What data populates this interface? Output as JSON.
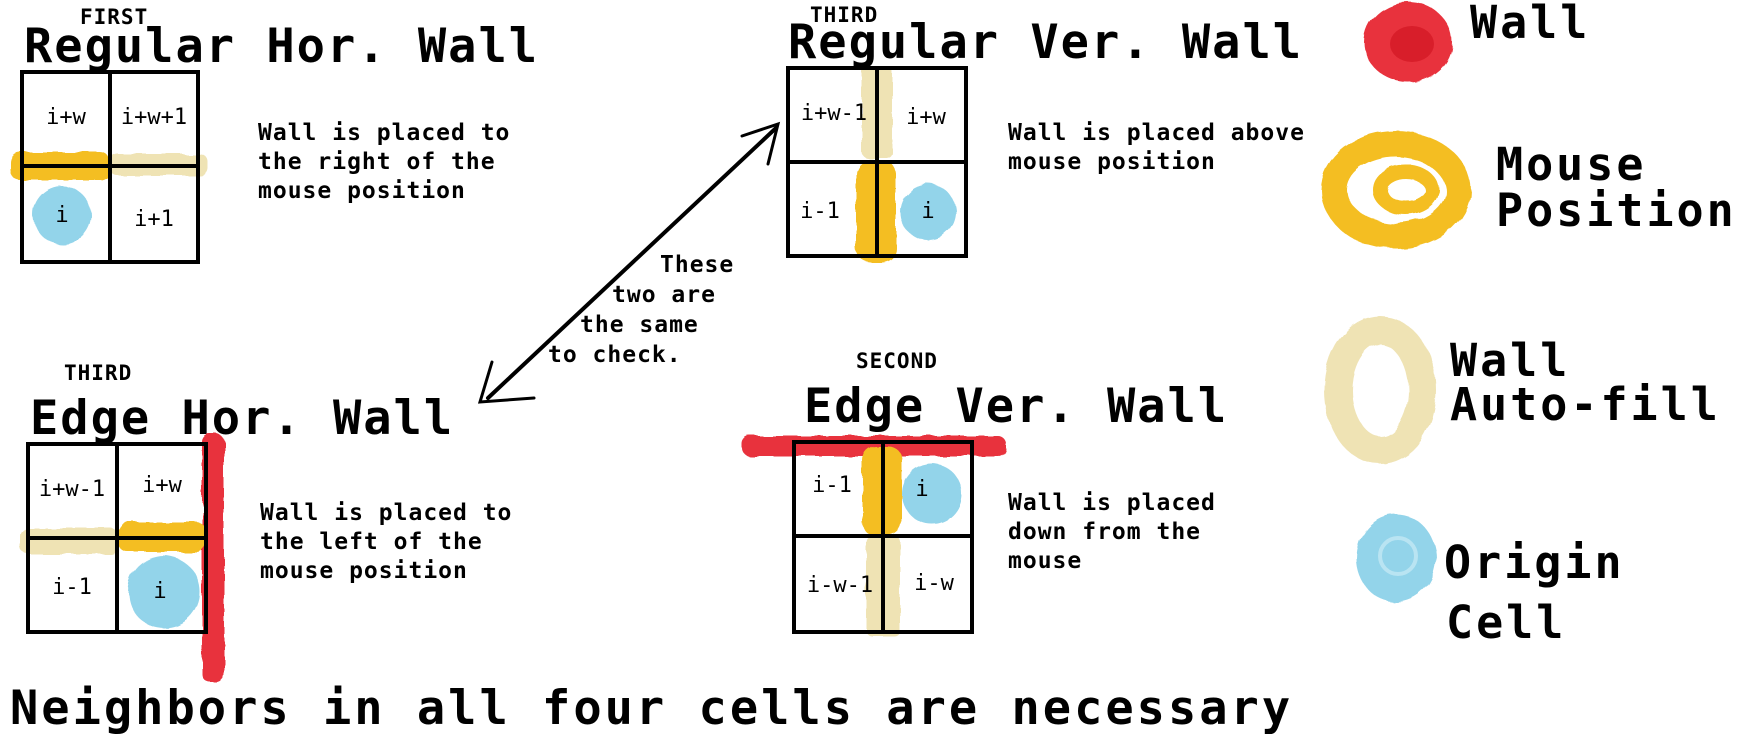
{
  "colors": {
    "wall": "#e8323c",
    "mouse_position": "#f4be22",
    "wall_auto_fill": "#efe3b4",
    "origin_cell": "#93d4ea",
    "ink": "#000000",
    "background": "#ffffff"
  },
  "panels": {
    "regular_hor": {
      "order": "FIRST",
      "title": "Regular Hor. Wall",
      "cells": [
        "i+w",
        "i+w+1",
        "i",
        "i+1"
      ],
      "description": [
        "Wall is placed to",
        "the right of the",
        "mouse position"
      ]
    },
    "regular_ver": {
      "order": "THIRD",
      "title": "Regular Ver. Wall",
      "cells": [
        "i+w-1",
        "i+w",
        "i-1",
        "i"
      ],
      "description": [
        "Wall is placed above",
        "mouse position"
      ]
    },
    "edge_hor": {
      "order": "THIRD",
      "title": "Edge Hor. Wall",
      "cells": [
        "i+w-1",
        "i+w",
        "i-1",
        "i"
      ],
      "description": [
        "Wall is placed to",
        "the left of the",
        "mouse position"
      ]
    },
    "edge_ver": {
      "order": "SECOND",
      "title": "Edge Ver. Wall",
      "cells": [
        "i-1",
        "i",
        "i-w-1",
        "i-w"
      ],
      "description": [
        "Wall is placed",
        "down from the",
        "mouse"
      ]
    }
  },
  "arrow_note": [
    "These",
    "two are",
    "the same",
    "to check."
  ],
  "legend": [
    {
      "key": "wall",
      "icon": "red-blob-icon",
      "lines": [
        "Wall"
      ]
    },
    {
      "key": "mouse_position",
      "icon": "yellow-blob-icon",
      "lines": [
        "Mouse",
        "Position"
      ]
    },
    {
      "key": "wall_auto_fill",
      "icon": "cream-blob-icon",
      "lines": [
        "Wall",
        "Auto-fill"
      ]
    },
    {
      "key": "origin_cell",
      "icon": "blue-blob-icon",
      "lines": [
        "Origin",
        "Cell"
      ]
    }
  ],
  "footer": "Neighbors in all four cells are necessary"
}
